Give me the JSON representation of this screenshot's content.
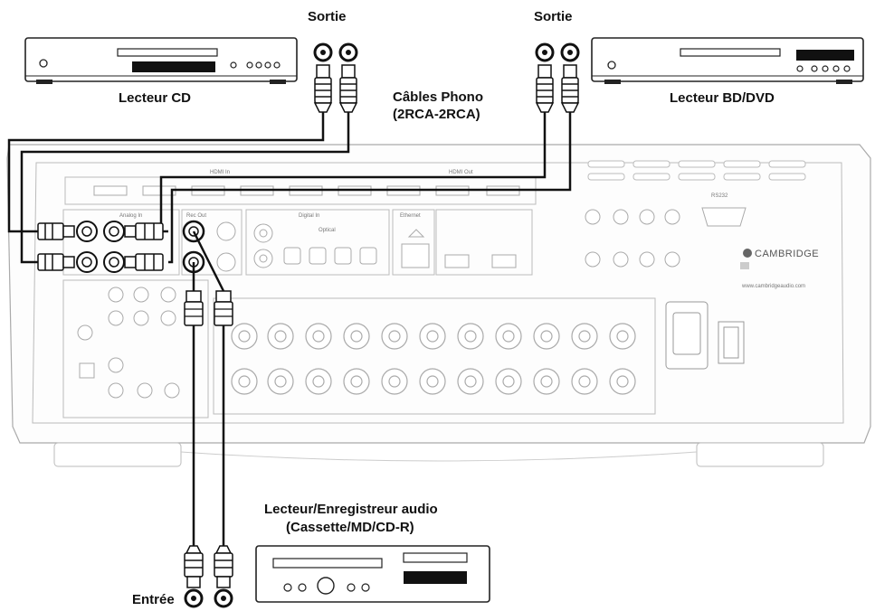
{
  "labels": {
    "sortie_left": "Sortie",
    "sortie_right": "Sortie",
    "cd_player": "Lecteur CD",
    "bd_player": "Lecteur BD/DVD",
    "cables_line1": "Câbles Phono",
    "cables_line2": "(2RCA-2RCA)",
    "recorder_line1": "Lecteur/Enregistreur audio",
    "recorder_line2": "(Cassette/MD/CD-R)",
    "entree": "Entrée"
  },
  "receiver": {
    "brand": "CAMBRIDGE",
    "website": "www.cambridgeaudio.com",
    "analog_in": "Analog In",
    "rec_out": "Rec Out",
    "hdmi_in": "HDMI In",
    "hdmi_out": "HDMI Out",
    "digital_in": "Digital In",
    "ethernet": "Ethernet",
    "rs232": "RS232",
    "optical": "Optical"
  }
}
